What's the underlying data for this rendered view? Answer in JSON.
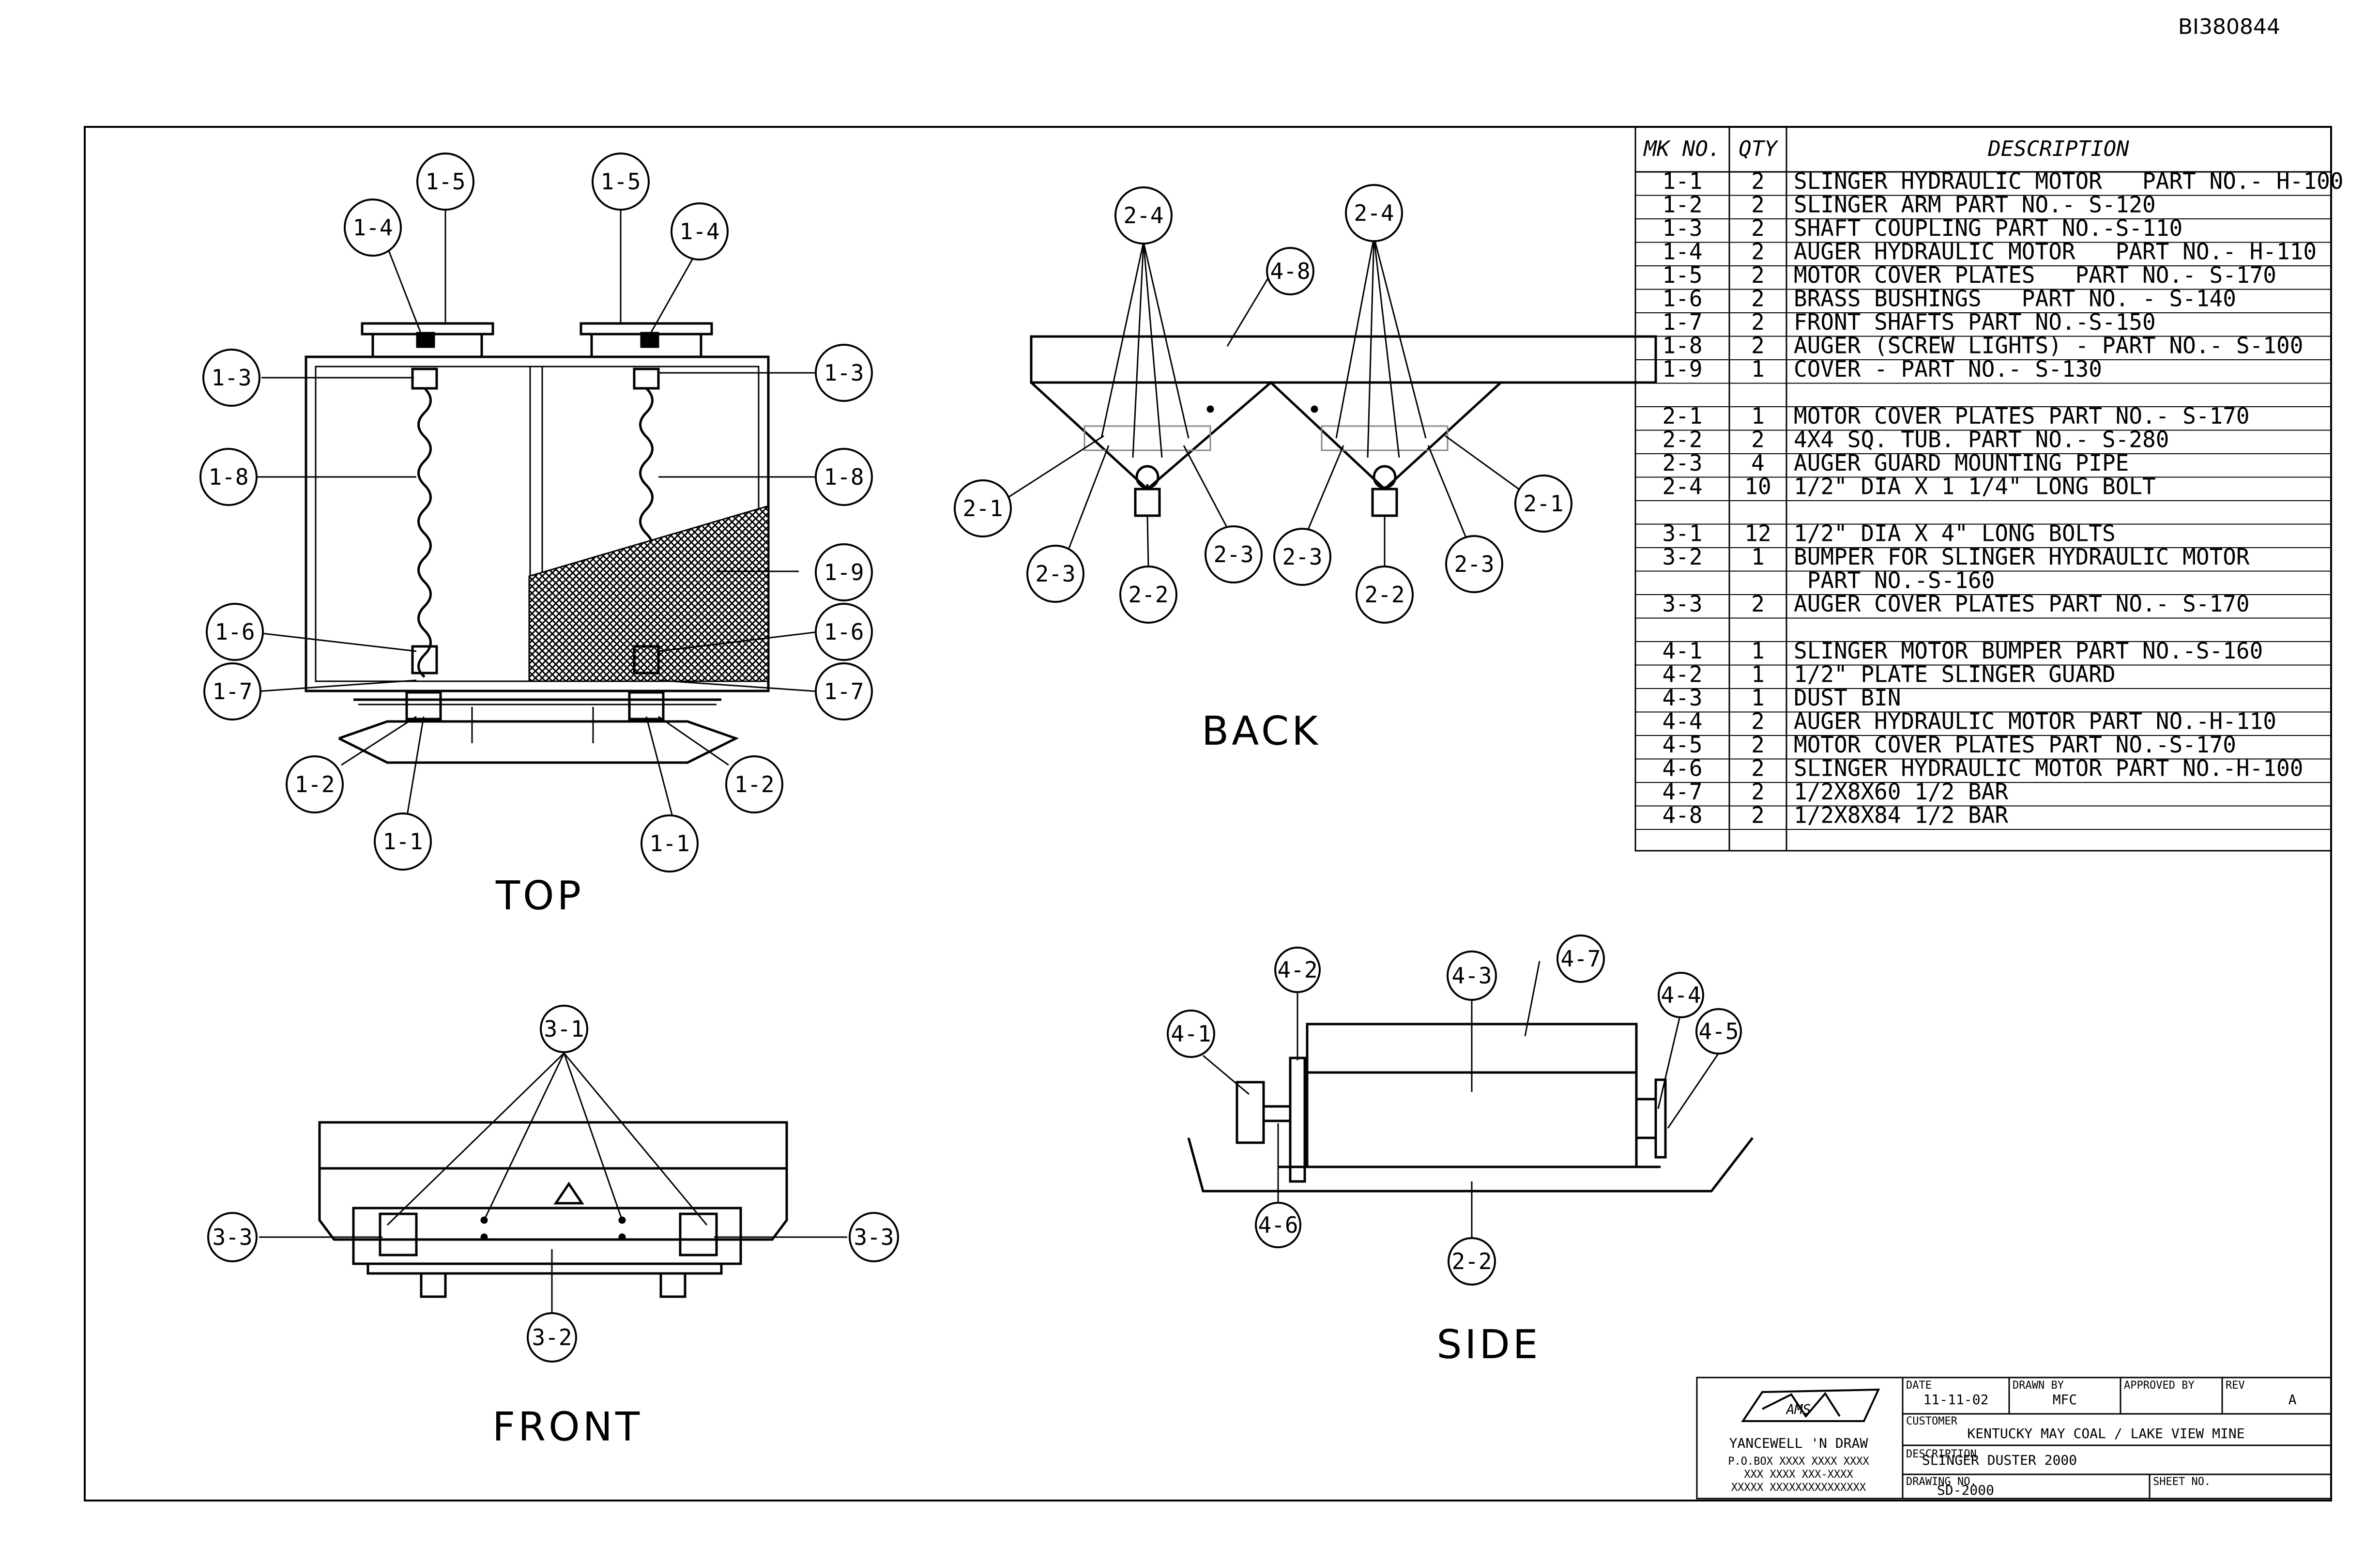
{
  "document_id": "BI380844",
  "views": {
    "top": "TOP",
    "back": "BACK",
    "front": "FRONT",
    "side": "SIDE"
  },
  "callouts": {
    "top": [
      "1-5",
      "1-5",
      "1-4",
      "1-4",
      "1-3",
      "1-3",
      "1-8",
      "1-8",
      "1-9",
      "1-6",
      "1-6",
      "1-7",
      "1-7",
      "1-2",
      "1-2",
      "1-1",
      "1-1"
    ],
    "back": [
      "2-4",
      "2-4",
      "4-8",
      "2-1",
      "2-1",
      "2-3",
      "2-3",
      "2-3",
      "2-3",
      "2-2",
      "2-2"
    ],
    "front": [
      "3-1",
      "3-3",
      "3-3",
      "3-2"
    ],
    "side": [
      "4-2",
      "4-3",
      "4-7",
      "4-1",
      "4-4",
      "4-5",
      "4-6",
      "2-2"
    ]
  },
  "bom": {
    "headers": {
      "mk": "MK NO.",
      "qty": "QTY",
      "desc": "DESCRIPTION"
    },
    "rows": [
      {
        "mk": "1-1",
        "qty": "2",
        "desc": "SLINGER HYDRAULIC MOTOR   PART NO.- H-100"
      },
      {
        "mk": "1-2",
        "qty": "2",
        "desc": "SLINGER ARM PART NO.- S-120"
      },
      {
        "mk": "1-3",
        "qty": "2",
        "desc": "SHAFT COUPLING PART NO.-S-110"
      },
      {
        "mk": "1-4",
        "qty": "2",
        "desc": "AUGER HYDRAULIC MOTOR   PART NO.- H-110"
      },
      {
        "mk": "1-5",
        "qty": "2",
        "desc": "MOTOR COVER PLATES   PART NO.- S-170"
      },
      {
        "mk": "1-6",
        "qty": "2",
        "desc": "BRASS BUSHINGS   PART NO. - S-140"
      },
      {
        "mk": "1-7",
        "qty": "2",
        "desc": "FRONT SHAFTS PART NO.-S-150"
      },
      {
        "mk": "1-8",
        "qty": "2",
        "desc": "AUGER (SCREW LIGHTS) - PART NO.- S-100"
      },
      {
        "mk": "1-9",
        "qty": "1",
        "desc": "COVER - PART NO.- S-130"
      },
      {
        "mk": "",
        "qty": "",
        "desc": ""
      },
      {
        "mk": "2-1",
        "qty": "1",
        "desc": "MOTOR COVER PLATES PART NO.- S-170"
      },
      {
        "mk": "2-2",
        "qty": "2",
        "desc": "4X4 SQ. TUB. PART NO.- S-280"
      },
      {
        "mk": "2-3",
        "qty": "4",
        "desc": "AUGER GUARD MOUNTING PIPE"
      },
      {
        "mk": "2-4",
        "qty": "10",
        "desc": "1/2\" DIA X 1 1/4\" LONG BOLT"
      },
      {
        "mk": "",
        "qty": "",
        "desc": ""
      },
      {
        "mk": "3-1",
        "qty": "12",
        "desc": "1/2\" DIA X 4\" LONG BOLTS"
      },
      {
        "mk": "3-2",
        "qty": "1",
        "desc": "BUMPER FOR SLINGER HYDRAULIC MOTOR"
      },
      {
        "mk": "",
        "qty": "",
        "desc": " PART NO.-S-160"
      },
      {
        "mk": "3-3",
        "qty": "2",
        "desc": "AUGER COVER PLATES PART NO.- S-170"
      },
      {
        "mk": "",
        "qty": "",
        "desc": ""
      },
      {
        "mk": "4-1",
        "qty": "1",
        "desc": "SLINGER MOTOR BUMPER PART NO.-S-160"
      },
      {
        "mk": "4-2",
        "qty": "1",
        "desc": "1/2\" PLATE SLINGER GUARD"
      },
      {
        "mk": "4-3",
        "qty": "1",
        "desc": "DUST BIN"
      },
      {
        "mk": "4-4",
        "qty": "2",
        "desc": "AUGER HYDRAULIC MOTOR PART NO.-H-110"
      },
      {
        "mk": "4-5",
        "qty": "2",
        "desc": "MOTOR COVER PLATES PART NO.-S-170"
      },
      {
        "mk": "4-6",
        "qty": "2",
        "desc": "SLINGER HYDRAULIC MOTOR PART NO.-H-100"
      },
      {
        "mk": "4-7",
        "qty": "2",
        "desc": "1/2X8X60 1/2 BAR"
      },
      {
        "mk": "4-8",
        "qty": "2",
        "desc": "1/2X8X84 1/2 BAR"
      }
    ]
  },
  "title_block": {
    "logo_text": "AMS",
    "company": "YANCEWELL 'N DRAW",
    "address_lines": [
      "P.O.BOX  XXXX  XXXX XXXX",
      "XXX  XXXX  XXX-XXXX",
      "XXXXX  XXXXXXXXXXXXXXX"
    ],
    "date_label": "DATE",
    "date": "11-11-02",
    "drawn_label": "DRAWN BY",
    "drawn_by": "MFC",
    "approved_label": "APPROVED BY",
    "rev_label": "REV",
    "rev": "A",
    "customer_label": "CUSTOMER",
    "customer": "KENTUCKY MAY COAL / LAKE VIEW MINE",
    "description_label": "DESCRIPTION",
    "description": "SLINGER DUSTER 2000",
    "drawing_no_label": "DRAWING NO.",
    "drawing_no": "SD-2000",
    "sheet_label": "SHEET NO."
  }
}
